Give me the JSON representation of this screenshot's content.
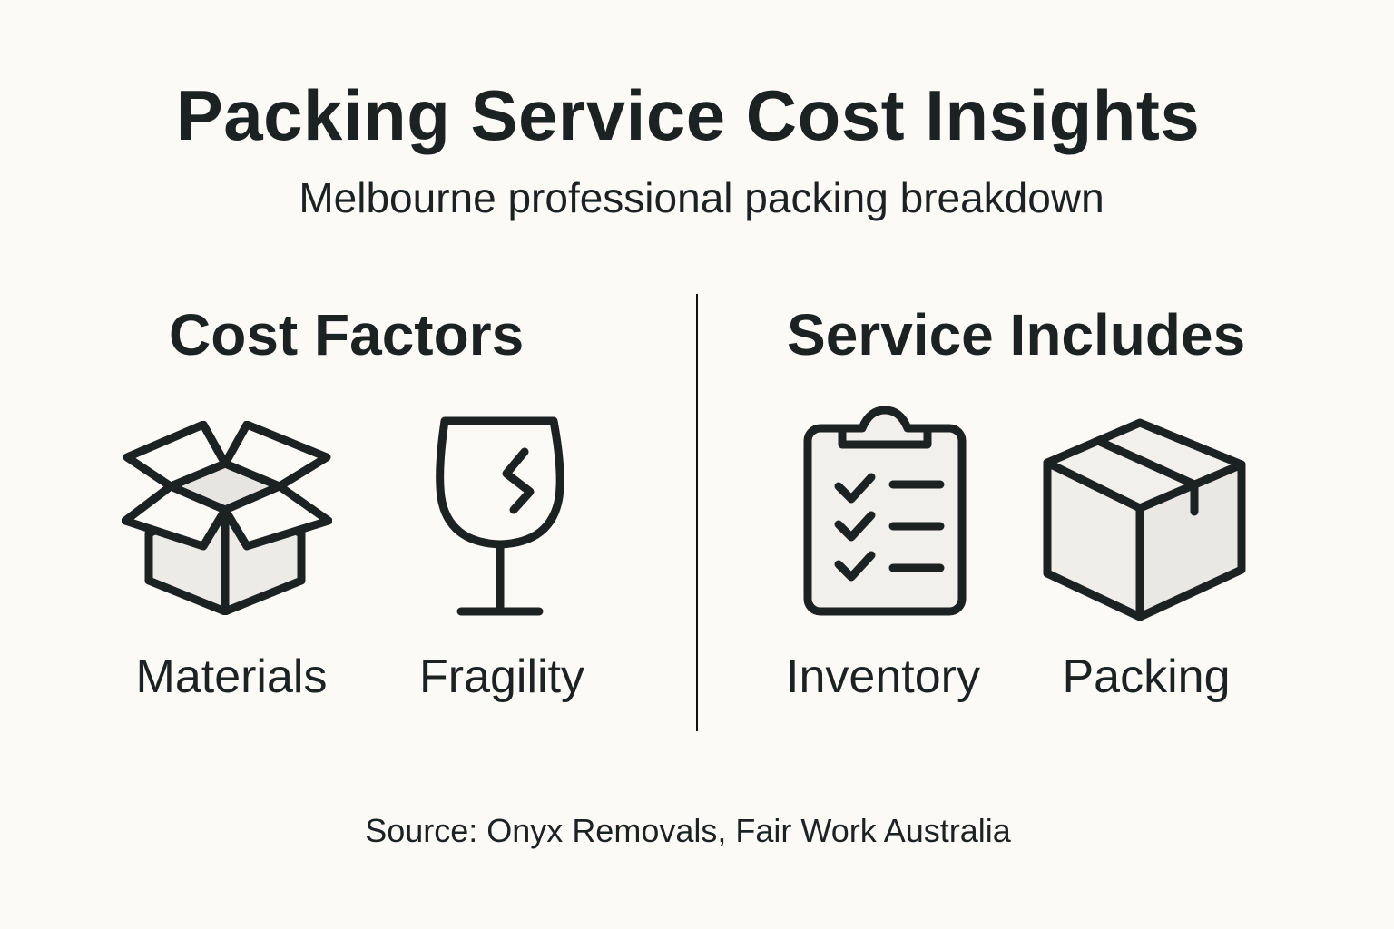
{
  "header": {
    "title": "Packing Service Cost Insights",
    "subtitle": "Melbourne professional packing breakdown"
  },
  "sections": [
    {
      "heading": "Cost Factors",
      "items": [
        {
          "label": "Materials",
          "icon": "open-box-icon"
        },
        {
          "label": "Fragility",
          "icon": "broken-glass-icon"
        }
      ]
    },
    {
      "heading": "Service Includes",
      "items": [
        {
          "label": "Inventory",
          "icon": "clipboard-checklist-icon"
        },
        {
          "label": "Packing",
          "icon": "closed-box-icon"
        }
      ]
    }
  ],
  "footer": {
    "source": "Source: Onyx Removals, Fair Work Australia"
  },
  "colors": {
    "background": "#fbfaf7",
    "ink": "#1c2122",
    "icon_fill": "#ecebe7"
  }
}
